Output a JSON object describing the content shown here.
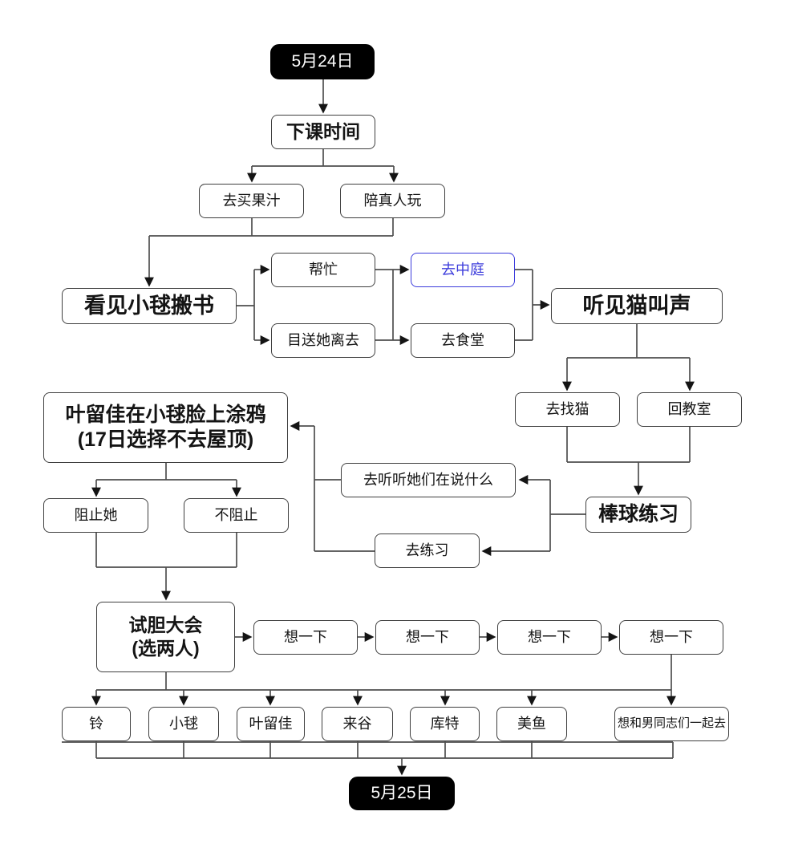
{
  "title": "5月24日攻略流程图",
  "colors": {
    "highlight_blue": "#3c3cdc",
    "node_border": "#3f3f3f",
    "connector_line": "#4f4f4f",
    "day_box_bg": "#000000",
    "day_box_text": "#ffffff"
  },
  "nodes": {
    "day_start": "5月24日",
    "after_class": "下课时间",
    "buy_juice": "去买果汁",
    "play_with_masato": "陪真人玩",
    "see_komari_books": "看见小毬搬书",
    "help": "帮忙",
    "go_courtyard": "去中庭",
    "watch_her_leave": "目送她离去",
    "go_cafeteria": "去食堂",
    "hear_cat_meow": "听见猫叫声",
    "go_find_cat": "去找猫",
    "return_classroom": "回教室",
    "haruka_graffiti_line1": "叶留佳在小毬脸上涂鸦",
    "haruka_graffiti_line2": "(17日选择不去屋顶)",
    "listen_to_them": "去听听她们在说什么",
    "baseball_practice": "棒球练习",
    "go_practice": "去练习",
    "stop_her": "阻止她",
    "dont_stop": "不阻止",
    "courage_test_line1": "试胆大会",
    "courage_test_line2": "(选两人)",
    "think_1": "想一下",
    "think_2": "想一下",
    "think_3": "想一下",
    "think_4": "想一下",
    "rin": "铃",
    "komari": "小毬",
    "haruka": "叶留佳",
    "kurugaya": "来谷",
    "kud": "库特",
    "mio": "美鱼",
    "go_with_boys": "想和男同志们一起去",
    "day_end": "5月25日"
  }
}
